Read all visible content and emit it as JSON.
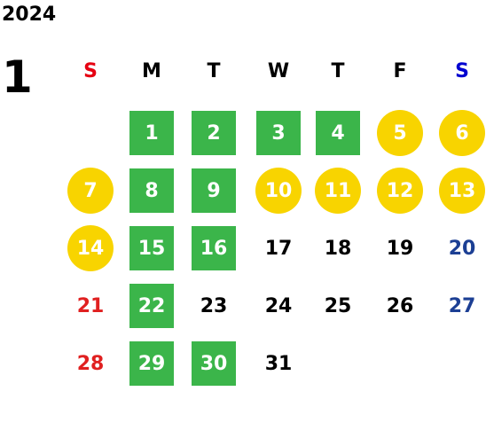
{
  "year": "2024",
  "month": "1",
  "colors": {
    "green_box": "#3bb54a",
    "yellow_circle": "#f8d400",
    "sunday_text": "#e02020",
    "saturday_text": "#1c3f94",
    "default_text": "#000000",
    "highlight_text": "#ffffff"
  },
  "weekdays": [
    {
      "label": "S",
      "color": "#e60012"
    },
    {
      "label": "M",
      "color": "#000000"
    },
    {
      "label": "T",
      "color": "#000000"
    },
    {
      "label": "W",
      "color": "#000000"
    },
    {
      "label": "T",
      "color": "#000000"
    },
    {
      "label": "F",
      "color": "#000000"
    },
    {
      "label": "S",
      "color": "#0000d0"
    }
  ],
  "first_weekday_index": 1,
  "days": [
    {
      "d": "1",
      "style": "green"
    },
    {
      "d": "2",
      "style": "green"
    },
    {
      "d": "3",
      "style": "green"
    },
    {
      "d": "4",
      "style": "green"
    },
    {
      "d": "5",
      "style": "yellow"
    },
    {
      "d": "6",
      "style": "yellow"
    },
    {
      "d": "7",
      "style": "yellow"
    },
    {
      "d": "8",
      "style": "green"
    },
    {
      "d": "9",
      "style": "green"
    },
    {
      "d": "10",
      "style": "yellow"
    },
    {
      "d": "11",
      "style": "yellow"
    },
    {
      "d": "12",
      "style": "yellow"
    },
    {
      "d": "13",
      "style": "yellow"
    },
    {
      "d": "14",
      "style": "yellow"
    },
    {
      "d": "15",
      "style": "green"
    },
    {
      "d": "16",
      "style": "green"
    },
    {
      "d": "17",
      "style": "plain"
    },
    {
      "d": "18",
      "style": "plain"
    },
    {
      "d": "19",
      "style": "plain"
    },
    {
      "d": "20",
      "style": "plain"
    },
    {
      "d": "21",
      "style": "plain"
    },
    {
      "d": "22",
      "style": "green"
    },
    {
      "d": "23",
      "style": "plain"
    },
    {
      "d": "24",
      "style": "plain"
    },
    {
      "d": "25",
      "style": "plain"
    },
    {
      "d": "26",
      "style": "plain"
    },
    {
      "d": "27",
      "style": "plain"
    },
    {
      "d": "28",
      "style": "plain"
    },
    {
      "d": "29",
      "style": "green"
    },
    {
      "d": "30",
      "style": "green"
    },
    {
      "d": "31",
      "style": "plain"
    }
  ]
}
